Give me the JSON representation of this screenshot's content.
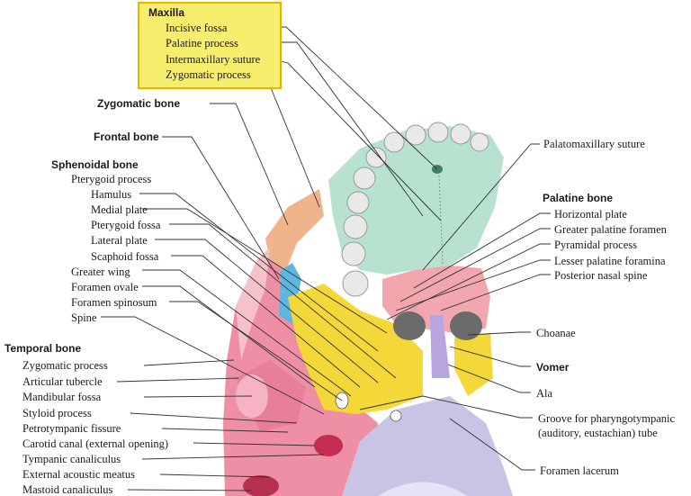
{
  "colors": {
    "maxilla": "#b7e2cf",
    "palatine": "#f2a7ae",
    "sphenoid": "#f4d83a",
    "zygomatic": "#5fb7e0",
    "temporal": "#ef8fa6",
    "occipital": "#c9c3e6",
    "vomer": "#b8a6e0",
    "highlight_box": "#f7ee6e",
    "highlight_border": "#e8b400"
  },
  "groups": {
    "maxilla": "Maxilla",
    "zygomatic": "Zygomatic bone",
    "frontal": "Frontal bone",
    "sphenoidal": "Sphenoidal bone",
    "temporal": "Temporal bone",
    "palatine": "Palatine bone",
    "vomer": "Vomer"
  },
  "maxilla_items": [
    "Incisive fossa",
    "Palatine process",
    "Intermaxillary suture",
    "Zygomatic process"
  ],
  "sphenoid_items": [
    "Pterygoid process",
    "Hamulus",
    "Medial plate",
    "Pterygoid fossa",
    "Lateral plate",
    "Scaphoid fossa",
    "Greater wing",
    "Foramen ovale",
    "Foramen spinosum",
    "Spine"
  ],
  "temporal_items": [
    "Zygomatic process",
    "Articular tubercle",
    "Mandibular fossa",
    "Styloid process",
    "Petrotympanic fissure",
    "Carotid canal (external opening)",
    "Tympanic canaliculus",
    "External acoustic meatus",
    "Mastoid canaliculus"
  ],
  "right_top": "Palatomaxillary suture",
  "palatine_items": [
    "Horizontal plate",
    "Greater palatine foramen",
    "Pyramidal process",
    "Lesser palatine foramina",
    "Posterior nasal spine"
  ],
  "right_mid": [
    "Choanae",
    "Ala",
    "Groove for pharyngotympanic",
    "(auditory, eustachian) tube",
    "Foramen lacerum"
  ]
}
